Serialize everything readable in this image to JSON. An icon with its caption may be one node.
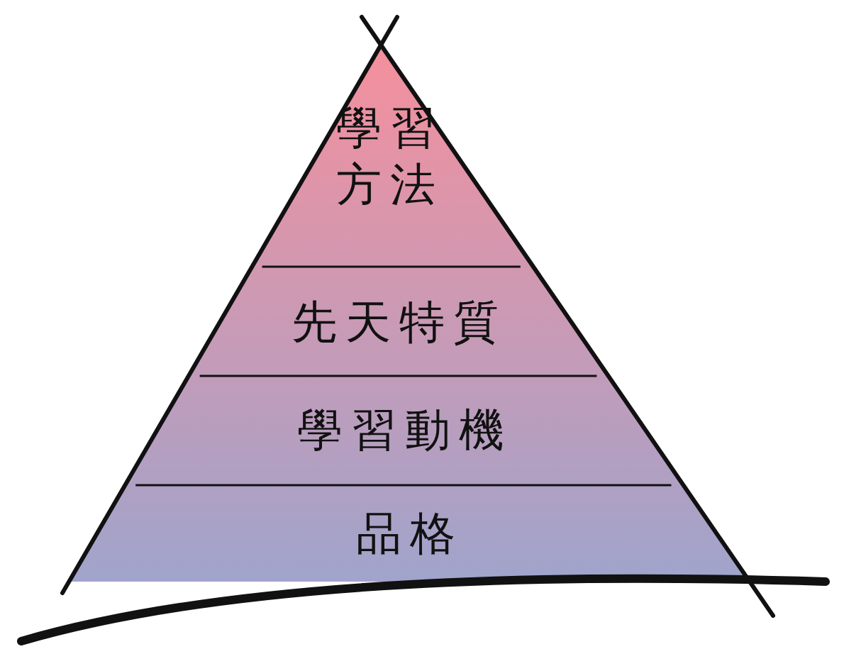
{
  "diagram": {
    "nodes": [
      {
        "text": [
          "學習方法"
        ]
      },
      {
        "text": [
          "先天特質"
        ]
      },
      {
        "text": [
          "學習動機"
        ]
      },
      {
        "text": [
          "品格"
        ]
      }
    ]
  }
}
